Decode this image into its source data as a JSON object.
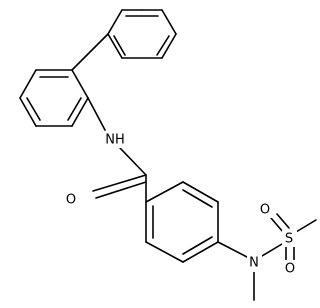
{
  "molecule": {
    "labels": {
      "amide_nh": "NH",
      "carbonyl_o": "O",
      "sulfonamide_n": "N",
      "sulfur": "S",
      "sulfonyl_o_left": "O",
      "sulfonyl_o_bottom": "O"
    },
    "colors": {
      "bond": "#000000",
      "text": "#000000",
      "background": "#ffffff"
    }
  }
}
